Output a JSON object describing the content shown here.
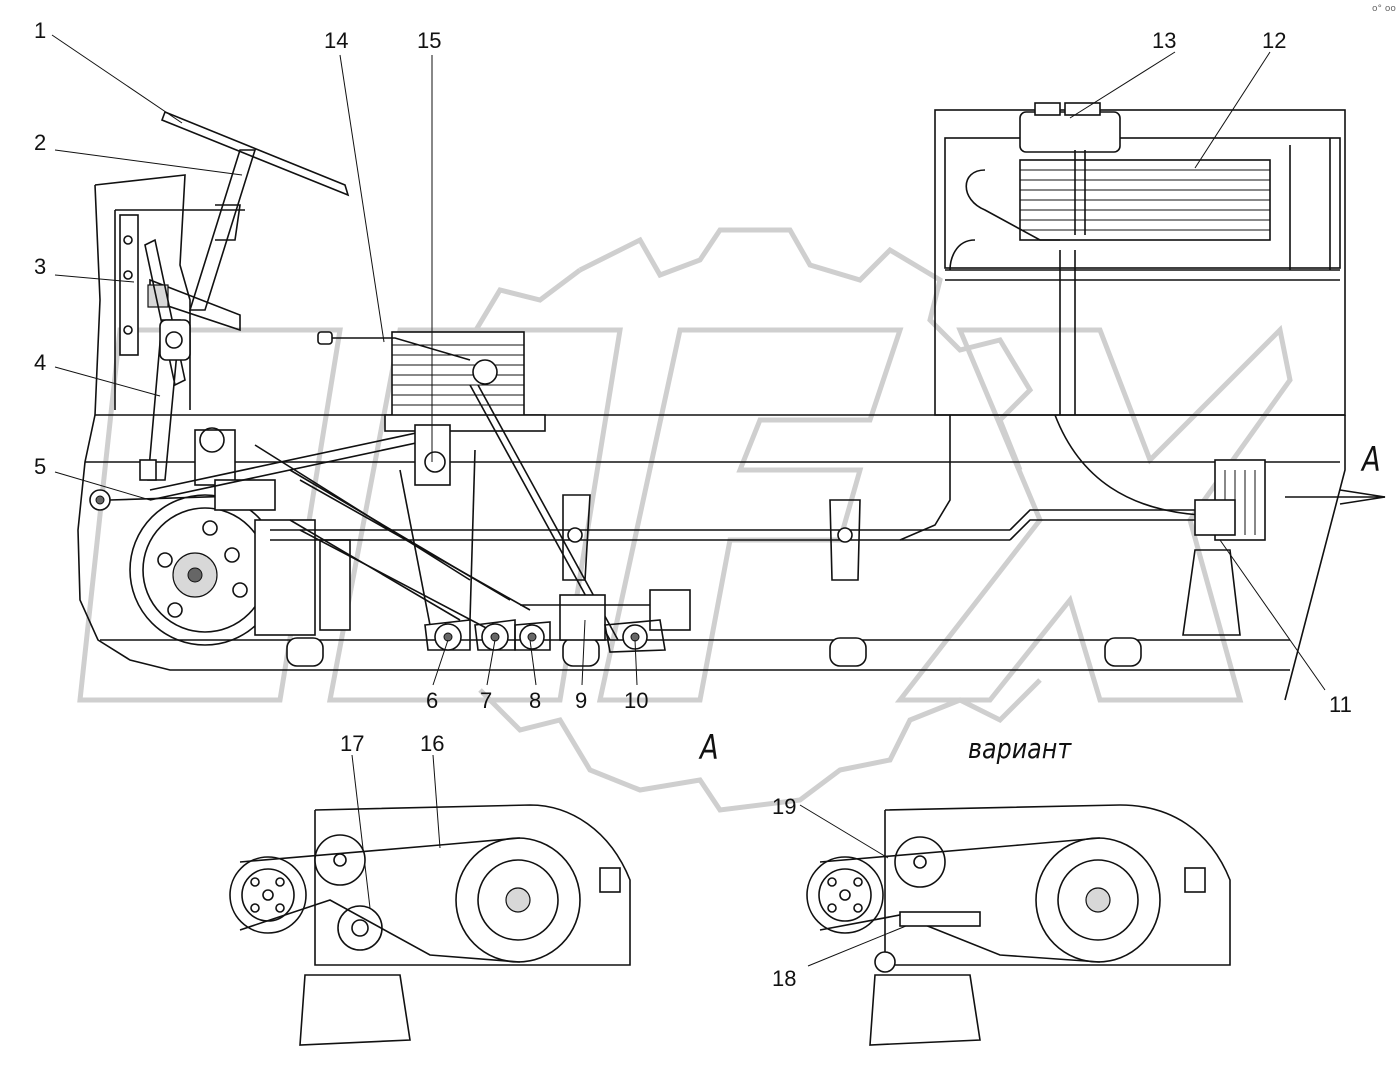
{
  "callouts": {
    "c1": "1",
    "c2": "2",
    "c3": "3",
    "c4": "4",
    "c5": "5",
    "c6": "6",
    "c7": "7",
    "c8": "8",
    "c9": "9",
    "c10": "10",
    "c11": "11",
    "c12": "12",
    "c13": "13",
    "c14": "14",
    "c15": "15",
    "c16": "16",
    "c17": "17",
    "c18": "18",
    "c19": "19"
  },
  "view_marker_side": "A",
  "view_marker_arrow_label": "A",
  "variant_label": "вариант",
  "corner_mark": "о° оо"
}
